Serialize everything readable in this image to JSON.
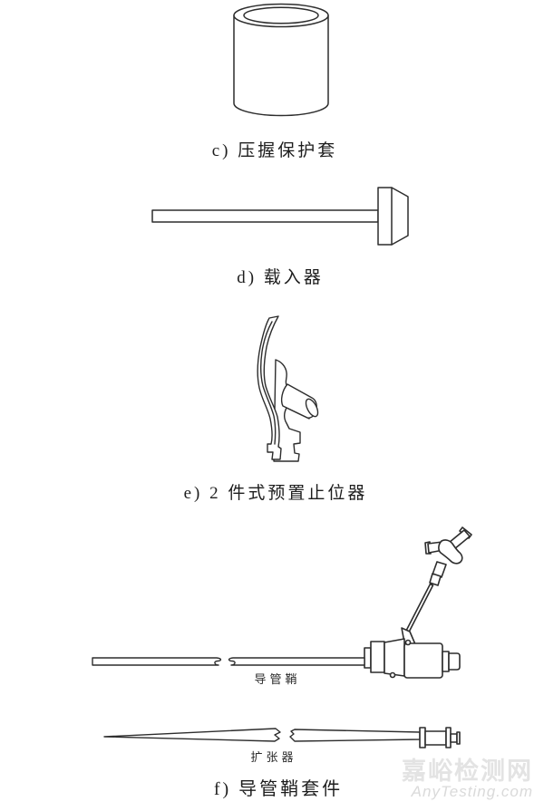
{
  "page": {
    "background": "#ffffff",
    "line_color": "#2d2d2d"
  },
  "figures": {
    "c": {
      "caption": "c) 压握保护套"
    },
    "d": {
      "caption": "d) 载入器"
    },
    "e": {
      "caption": "e) 2 件式预置止位器"
    },
    "f": {
      "caption": "f) 导管鞘套件",
      "sheath_label": "导管鞘",
      "dilator_label": "扩张器"
    }
  },
  "watermark": {
    "site_name": "嘉峪检测网",
    "site_url": "AnyTesting.com",
    "color": "#e3e3e3"
  }
}
